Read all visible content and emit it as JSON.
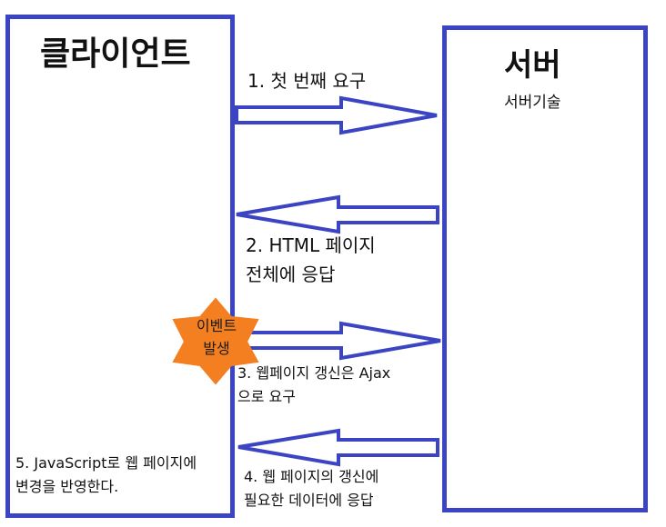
{
  "client": {
    "title": "클라이언트",
    "step5_line1": "5. JavaScript로 웹 페이지에",
    "step5_line2": "변경을 반영한다."
  },
  "server": {
    "title": "서버",
    "subtitle": "서버기술"
  },
  "steps": {
    "step1": "1. 첫 번째 요구",
    "step2_line1": "2. HTML 페이지",
    "step2_line2": "전체에 응답",
    "step3_line1": "3. 웹페이지 갱신은 Ajax",
    "step3_line2": "으로 요구",
    "step4_line1": "4. 웹 페이지의 갱신에",
    "step4_line2": "필요한 데이터에 응답"
  },
  "event": {
    "line1": "이벤트",
    "line2": "발생"
  },
  "colors": {
    "box_border": "#3b45c4",
    "arrow_stroke": "#3b45c4",
    "event_fill": "#f47f20"
  }
}
